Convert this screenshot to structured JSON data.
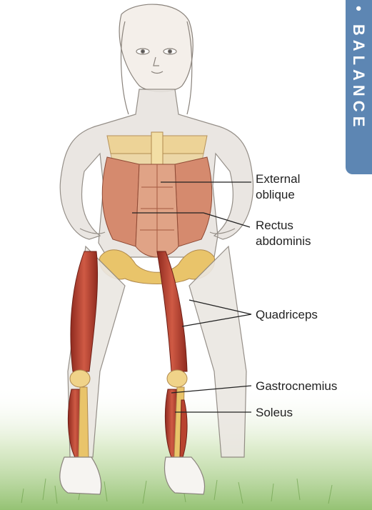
{
  "section_tab": {
    "text": "• BALANCE",
    "color": "#5d86b3"
  },
  "labels": {
    "external_oblique_1": "External",
    "external_oblique_2": "oblique",
    "rectus_abdominis_1": "Rectus",
    "rectus_abdominis_2": "abdominis",
    "quadriceps": "Quadriceps",
    "gastrocnemius": "Gastrocnemius",
    "soleus": "Soleus"
  },
  "colors": {
    "muscle": "#c94f3c",
    "muscle_dark": "#8f2a1f",
    "abdominal": "#d58a6e",
    "bone": "#e9c46a",
    "skin_sketch": "#d9d4cf",
    "grass": "#9fc97f"
  }
}
